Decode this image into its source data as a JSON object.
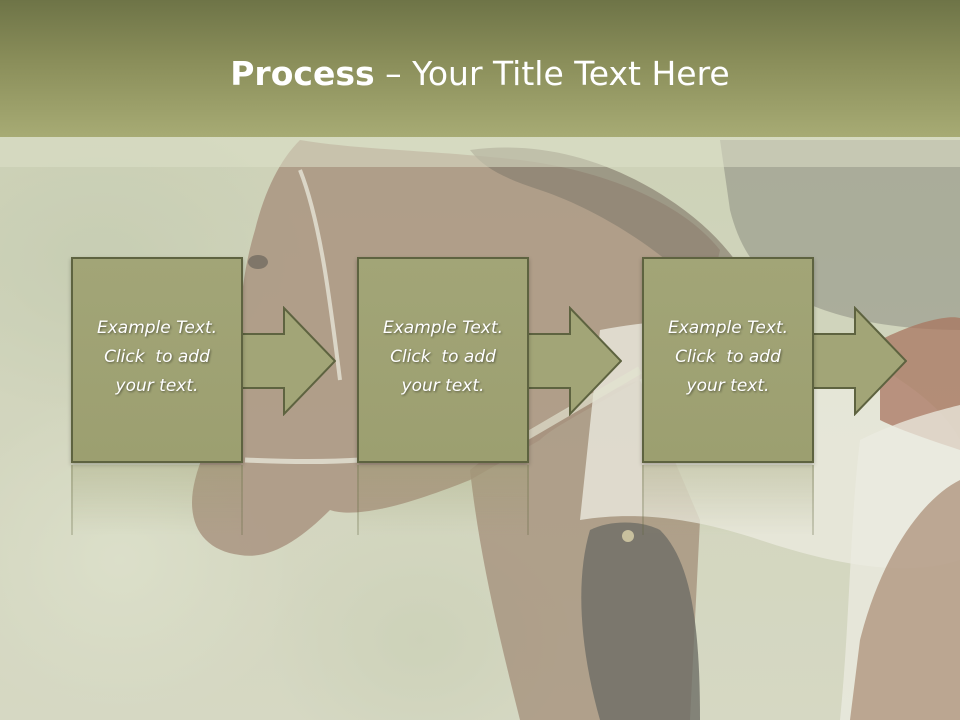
{
  "title": {
    "bold": "Process",
    "rest": " – Your Title Text Here"
  },
  "steps": [
    {
      "line1": "Example Text.",
      "line2": "Click  to add",
      "line3": "your text."
    },
    {
      "line1": "Example Text.",
      "line2": "Click  to add",
      "line3": "your text."
    },
    {
      "line1": "Example Text.",
      "line2": "Click  to add",
      "line3": "your text."
    }
  ],
  "colors": {
    "title_bar": "#8a8e5a",
    "step_fill": "#9c9f70",
    "step_border": "#5e6340",
    "arrow_fill": "#a2a577"
  },
  "background_image": "horse-and-rider-photo"
}
